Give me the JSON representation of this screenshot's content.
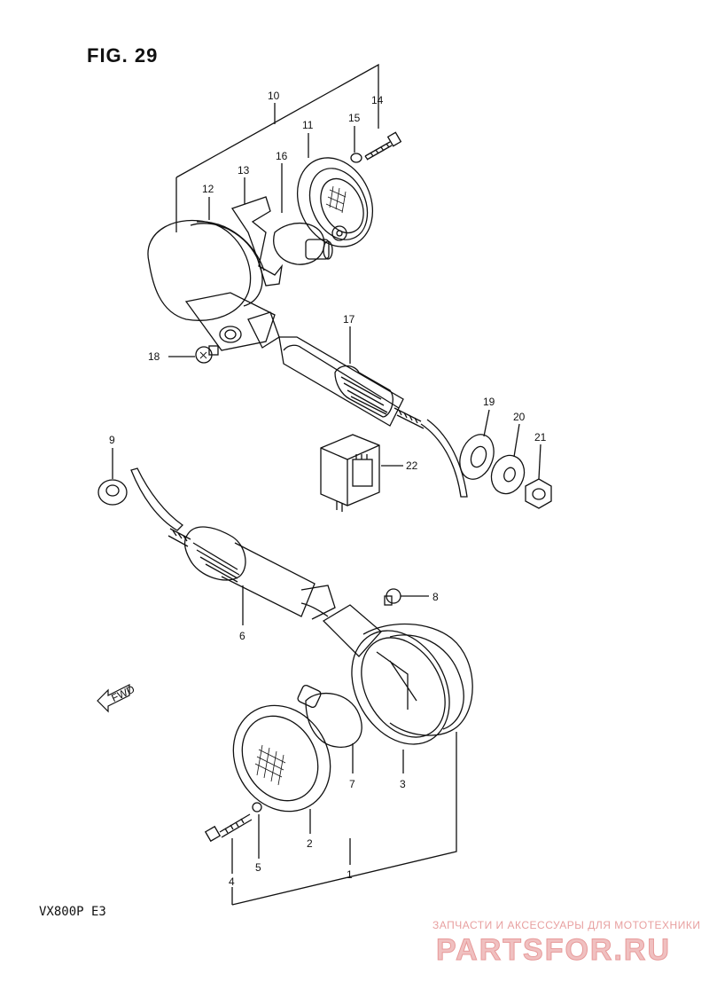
{
  "figure_title": "FIG. 29",
  "model_code": "VX800P  E3",
  "watermark": {
    "tagline": "ЗАПЧАСТИ И АКСЕССУАРЫ ДЛЯ МОТОТЕХНИКИ",
    "logo": "PARTSFOR.RU"
  },
  "callouts": [
    "10",
    "14",
    "11",
    "15",
    "16",
    "13",
    "12",
    "17",
    "18",
    "19",
    "20",
    "21",
    "22",
    "9",
    "8",
    "6",
    "3",
    "7",
    "2",
    "5",
    "4",
    "1"
  ],
  "direction_marker": "FWD"
}
